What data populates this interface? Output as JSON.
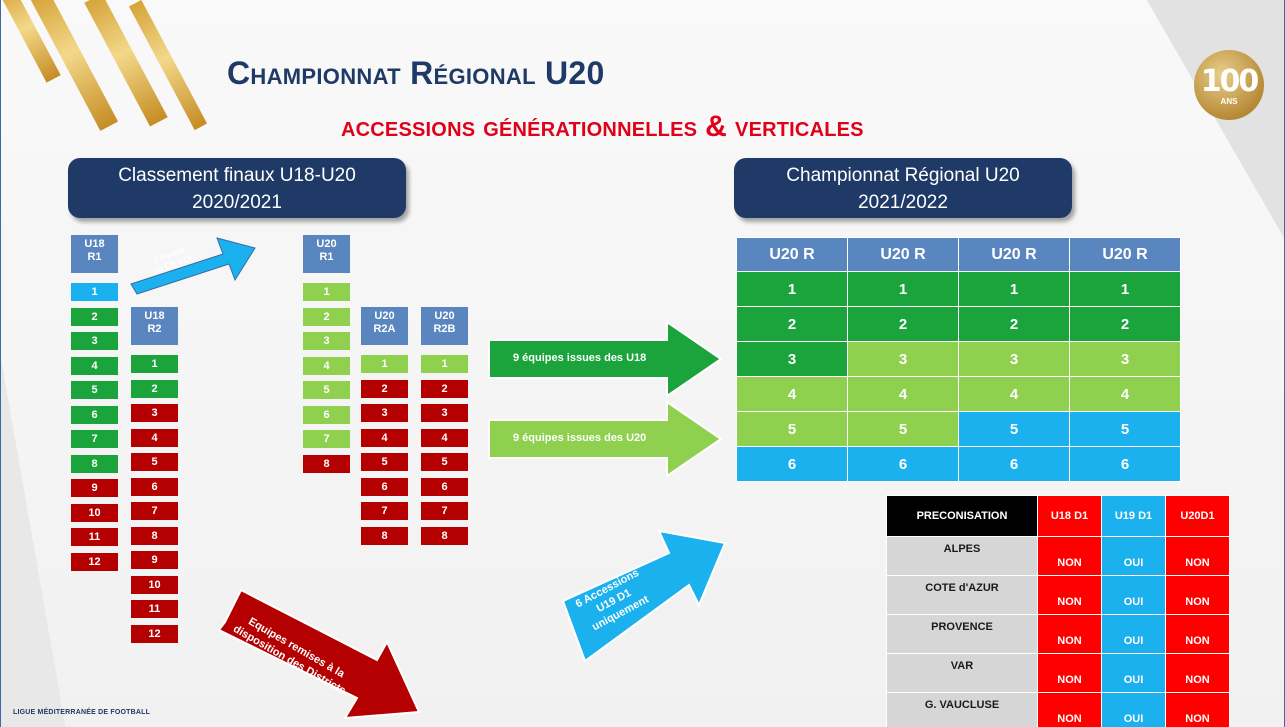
{
  "title": "Championnat Régional U20",
  "subtitle": {
    "left": "accessions générationnelles ",
    "amp": "&",
    "right": " verticales"
  },
  "left_box": {
    "line1": "Classement finaux U18-U20",
    "line2": "2020/2021"
  },
  "right_box": {
    "line1": "Championnat Régional U20",
    "line2": "2021/2022"
  },
  "logo": {
    "number": "100",
    "label": "ANS"
  },
  "colors": {
    "dark_green": "#1ba33c",
    "light_green": "#8fd04f",
    "red": "#b40000",
    "blue": "#1ab1ee",
    "header_blue": "#5a86c0",
    "navy": "#1f3a66",
    "title_red": "#e0001a"
  },
  "columns": {
    "u18r1": {
      "h1": "U18",
      "h2": "R1",
      "cells": [
        {
          "n": "1",
          "c": "bl"
        },
        {
          "n": "2",
          "c": "dg"
        },
        {
          "n": "3",
          "c": "dg"
        },
        {
          "n": "4",
          "c": "dg"
        },
        {
          "n": "5",
          "c": "dg"
        },
        {
          "n": "6",
          "c": "dg"
        },
        {
          "n": "7",
          "c": "dg"
        },
        {
          "n": "8",
          "c": "dg"
        },
        {
          "n": "9",
          "c": "rd"
        },
        {
          "n": "10",
          "c": "rd"
        },
        {
          "n": "11",
          "c": "rd"
        },
        {
          "n": "12",
          "c": "rd"
        }
      ]
    },
    "u18r2": {
      "h1": "U18",
      "h2": "R2",
      "cells": [
        {
          "n": "1",
          "c": "dg"
        },
        {
          "n": "2",
          "c": "dg"
        },
        {
          "n": "3",
          "c": "rd"
        },
        {
          "n": "4",
          "c": "rd"
        },
        {
          "n": "5",
          "c": "rd"
        },
        {
          "n": "6",
          "c": "rd"
        },
        {
          "n": "7",
          "c": "rd"
        },
        {
          "n": "8",
          "c": "rd"
        },
        {
          "n": "9",
          "c": "rd"
        },
        {
          "n": "10",
          "c": "rd"
        },
        {
          "n": "11",
          "c": "rd"
        },
        {
          "n": "12",
          "c": "rd"
        }
      ]
    },
    "u20r1": {
      "h1": "U20",
      "h2": "R1",
      "cells": [
        {
          "n": "1",
          "c": "lg"
        },
        {
          "n": "2",
          "c": "lg"
        },
        {
          "n": "3",
          "c": "lg"
        },
        {
          "n": "4",
          "c": "lg"
        },
        {
          "n": "5",
          "c": "lg"
        },
        {
          "n": "6",
          "c": "lg"
        },
        {
          "n": "7",
          "c": "lg"
        },
        {
          "n": "8",
          "c": "rd"
        }
      ]
    },
    "u20r2a": {
      "h1": "U20",
      "h2": "R2A",
      "cells": [
        {
          "n": "1",
          "c": "lg"
        },
        {
          "n": "2",
          "c": "rd"
        },
        {
          "n": "3",
          "c": "rd"
        },
        {
          "n": "4",
          "c": "rd"
        },
        {
          "n": "5",
          "c": "rd"
        },
        {
          "n": "6",
          "c": "rd"
        },
        {
          "n": "7",
          "c": "rd"
        },
        {
          "n": "8",
          "c": "rd"
        }
      ]
    },
    "u20r2b": {
      "h1": "U20",
      "h2": "R2B",
      "cells": [
        {
          "n": "1",
          "c": "lg"
        },
        {
          "n": "2",
          "c": "rd"
        },
        {
          "n": "3",
          "c": "rd"
        },
        {
          "n": "4",
          "c": "rd"
        },
        {
          "n": "5",
          "c": "rd"
        },
        {
          "n": "6",
          "c": "rd"
        },
        {
          "n": "7",
          "c": "rd"
        },
        {
          "n": "8",
          "c": "rd"
        }
      ]
    }
  },
  "arrows": {
    "cn": {
      "line1": "1 équipe",
      "line2": "en CN U19"
    },
    "u18": "9 équipes issues des U18",
    "u20": "9 équipes issues des U20",
    "districts": {
      "line1": "Equipes remises à la",
      "line2": "disposition des Districts"
    },
    "acc": {
      "line1": "6 Accessions",
      "line2": "U19 D1",
      "line3": "uniquement"
    }
  },
  "grid": {
    "headers": [
      "U20 R",
      "U20 R",
      "U20 R",
      "U20 R"
    ],
    "rows": [
      [
        {
          "n": "1",
          "c": "dg"
        },
        {
          "n": "1",
          "c": "dg"
        },
        {
          "n": "1",
          "c": "dg"
        },
        {
          "n": "1",
          "c": "dg"
        }
      ],
      [
        {
          "n": "2",
          "c": "dg"
        },
        {
          "n": "2",
          "c": "dg"
        },
        {
          "n": "2",
          "c": "dg"
        },
        {
          "n": "2",
          "c": "dg"
        }
      ],
      [
        {
          "n": "3",
          "c": "dg"
        },
        {
          "n": "3",
          "c": "lg"
        },
        {
          "n": "3",
          "c": "lg"
        },
        {
          "n": "3",
          "c": "lg"
        }
      ],
      [
        {
          "n": "4",
          "c": "lg"
        },
        {
          "n": "4",
          "c": "lg"
        },
        {
          "n": "4",
          "c": "lg"
        },
        {
          "n": "4",
          "c": "lg"
        }
      ],
      [
        {
          "n": "5",
          "c": "lg"
        },
        {
          "n": "5",
          "c": "lg"
        },
        {
          "n": "5",
          "c": "bl"
        },
        {
          "n": "5",
          "c": "bl"
        }
      ],
      [
        {
          "n": "6",
          "c": "bl"
        },
        {
          "n": "6",
          "c": "bl"
        },
        {
          "n": "6",
          "c": "bl"
        },
        {
          "n": "6",
          "c": "bl"
        }
      ]
    ]
  },
  "preconisation": {
    "headers": [
      "PRECONISATION",
      "U18 D1",
      "U19 D1",
      "U20D1"
    ],
    "rows": [
      {
        "region": "ALPES",
        "u18": "NON",
        "u19": "OUI",
        "u20": "NON"
      },
      {
        "region": "COTE d'AZUR",
        "u18": "NON",
        "u19": "OUI",
        "u20": "NON"
      },
      {
        "region": "PROVENCE",
        "u18": "NON",
        "u19": "OUI",
        "u20": "NON"
      },
      {
        "region": "VAR",
        "u18": "NON",
        "u19": "OUI",
        "u20": "NON"
      },
      {
        "region": "G. VAUCLUSE",
        "u18": "NON",
        "u19": "OUI",
        "u20": "NON"
      }
    ]
  },
  "footer": "LIGUE MÉDITERRANÉE DE FOOTBALL"
}
